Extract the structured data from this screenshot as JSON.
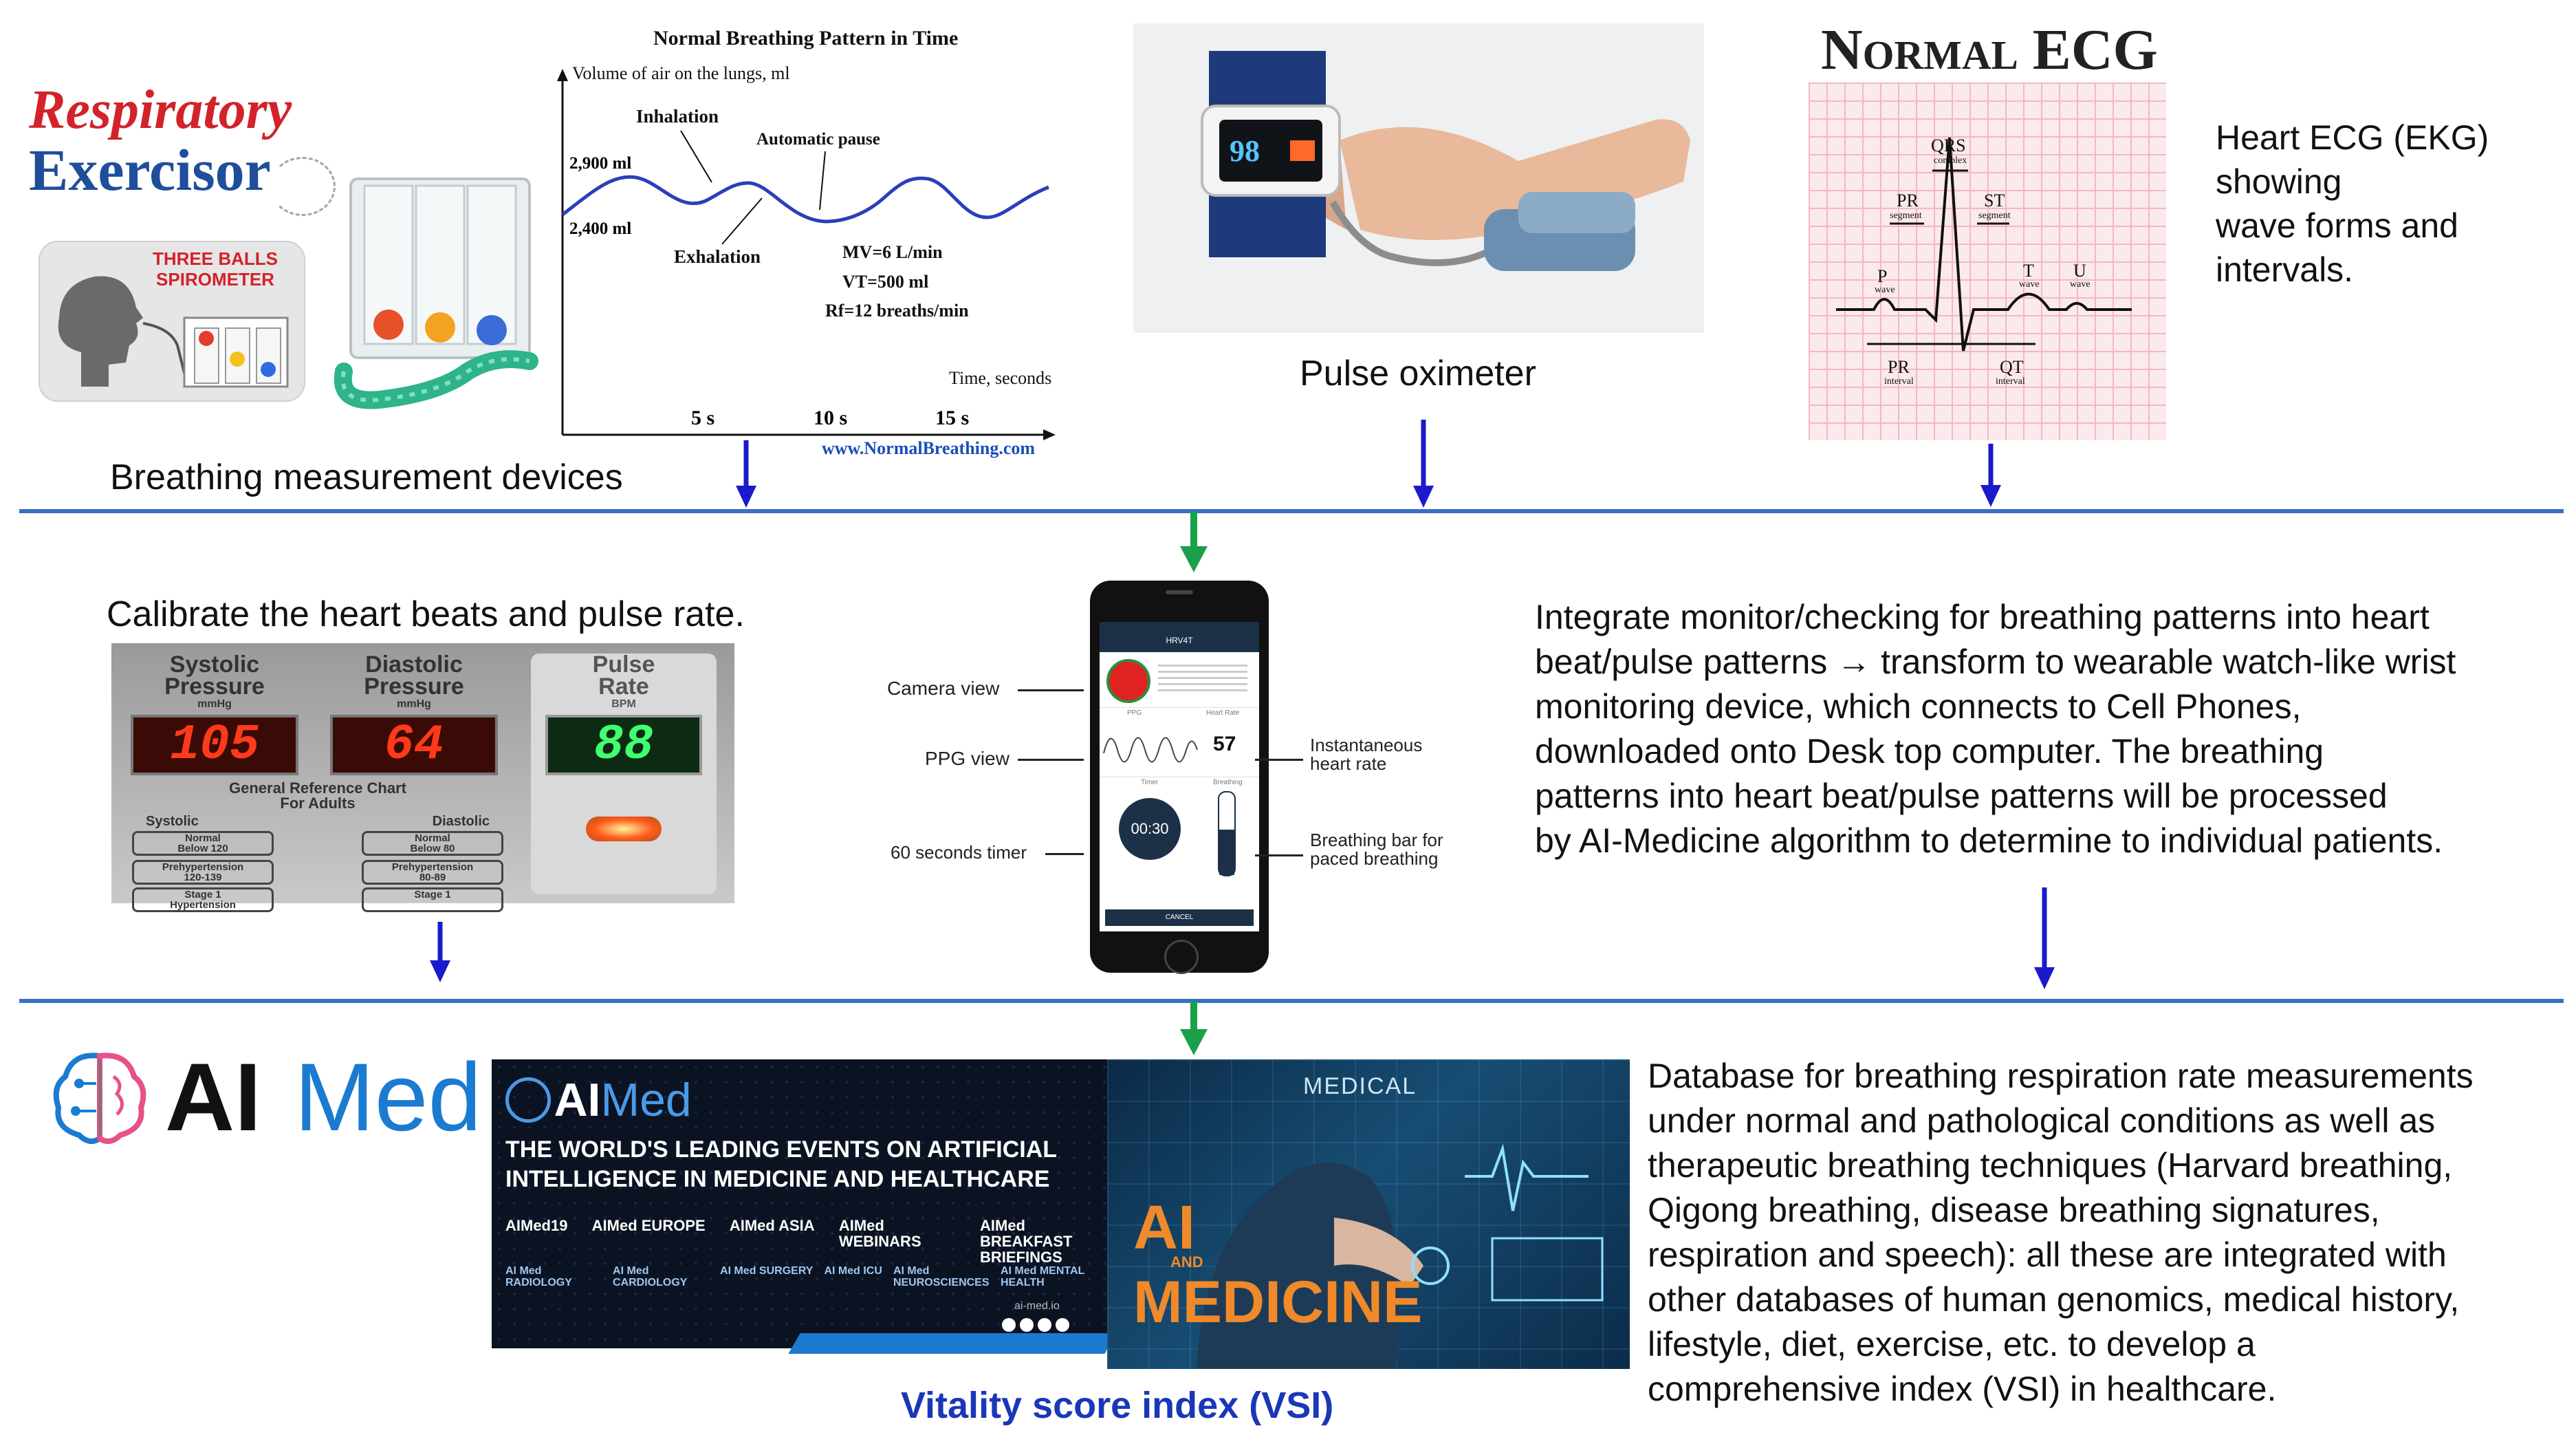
{
  "row1": {
    "spirometer_logo_line1": "Respiratory",
    "spirometer_logo_line2": "Exercisor",
    "spirometer_box_label": "THREE BALLS\nSPIROMETER",
    "breathing_devices_caption": "Breathing measurement devices",
    "pulse_oximeter_caption": "Pulse oximeter",
    "oximeter_reading": "98",
    "ecg_title": "Normal ECG",
    "ecg_caption": "Heart ECG (EKG)\nshowing\nwave forms and\nintervals."
  },
  "breathing_chart": {
    "title": "Normal Breathing Pattern in Time",
    "ylabel": "Volume of air on the lungs, ml",
    "xlabel": "Time, seconds",
    "y_ticks": [
      "2,900 ml",
      "2,400 ml"
    ],
    "x_ticks": [
      "5 s",
      "10 s",
      "15 s"
    ],
    "annotations": [
      "Inhalation",
      "Automatic pause",
      "Exhalation"
    ],
    "params": [
      "MV=6 L/min",
      "VT=500 ml",
      "Rf=12 breaths/min"
    ],
    "source": "www.NormalBreathing.com"
  },
  "ecg_labels": {
    "qrs": "QRS",
    "qrs_sub": "complex",
    "pr_seg": "PR",
    "pr_seg_sub": "segment",
    "st_seg": "ST",
    "st_seg_sub": "segment",
    "p": "P",
    "p_sub": "wave",
    "t": "T",
    "t_sub": "wave",
    "u": "U",
    "u_sub": "wave",
    "pr_int": "PR",
    "pr_int_sub": "interval",
    "qt_int": "QT",
    "qt_int_sub": "interval"
  },
  "row2": {
    "calibrate_caption": "Calibrate the heart beats and pulse rate.",
    "bp_monitor": {
      "col1_label": "Systolic\nPressure",
      "col1_unit": "mmHg",
      "col1_value": "105",
      "col2_label": "Diastolic\nPressure",
      "col2_unit": "mmHg",
      "col2_value": "64",
      "col3_label": "Pulse\nRate",
      "col3_unit": "BPM",
      "col3_value": "88",
      "chart_title": "General Reference Chart\nFor Adults",
      "sys_head": "Systolic",
      "dia_head": "Diastolic",
      "sys_normal": "Normal\nBelow 120",
      "dia_normal": "Normal\nBelow 80",
      "sys_pre": "Prehypertension\n120-139",
      "dia_pre": "Prehypertension\n80-89",
      "sys_stage": "Stage 1\nHypertension",
      "dia_stage": "Stage 1"
    },
    "phone": {
      "app_name": "HRV4T",
      "camera_label": "Camera view",
      "ppg_label": "PPG view",
      "timer_label": "60 seconds timer",
      "heart_rate_label": "Instantaneous\nheart rate",
      "breathing_bar_label": "Breathing bar for\npaced breathing",
      "ppg_head": "PPG",
      "hr_head": "Heart Rate",
      "hr_value": "57",
      "timer_head": "Timer",
      "breathing_head": "Breathing",
      "timer_value": "00:30",
      "cancel_label": "CANCEL"
    },
    "integrate_text": "Integrate monitor/checking for breathing patterns into heart\nbeat/pulse patterns → transform to wearable watch-like wrist\nmonitoring device, which connects to Cell Phones,\ndownloaded onto Desk top computer.  The breathing\npatterns into heart beat/pulse patterns will be processed\nby AI-Medicine algorithm to determine to individual patients."
  },
  "row3": {
    "aimed_logo_ai": "AI",
    "aimed_logo_med": "Med",
    "banner_logo_ai": "AI",
    "banner_logo_med": "Med",
    "banner_headline": "THE WORLD'S LEADING EVENTS ON ARTIFICIAL\nINTELLIGENCE IN MEDICINE AND HEALTHCARE",
    "banner_events": [
      "AIMed19",
      "AIMed EUROPE",
      "AIMed ASIA",
      "AIMed WEBINARS",
      "AIMed BREAKFAST BRIEFINGS"
    ],
    "banner_tracks": [
      "AI Med RADIOLOGY",
      "AI Med CARDIOLOGY",
      "AI Med SURGERY",
      "AI Med ICU",
      "AI Med NEUROSCIENCES",
      "AI Med MENTAL HEALTH"
    ],
    "banner_url": "ai-med.io",
    "medical_word": "MEDICAL",
    "ai_word": "AI",
    "and_word": "AND",
    "medicine_word": "MEDICINE",
    "vsi_caption": "Vitality score index (VSI)",
    "database_text": "Database for breathing respiration rate measurements\nunder normal and pathological conditions as well as\ntherapeutic breathing techniques (Harvard breathing,\nQigong breathing, disease breathing signatures,\nrespiration and speech): all these are integrated with\nother databases of human genomics, medical history,\nlifestyle, diet, exercise, etc. to develop a\ncomprehensive index (VSI) in healthcare."
  },
  "colors": {
    "divider": "#3a6fc4",
    "arrow_blue": "#1a1acc",
    "arrow_green": "#1aa04a",
    "vsi_blue": "#1a37b8",
    "aimed_blue": "#1a7bd0",
    "respiratory_red": "#d2232a",
    "exercisor_blue": "#1f4e9c",
    "led_red": "#ff3a1a",
    "led_green": "#40ff70"
  }
}
